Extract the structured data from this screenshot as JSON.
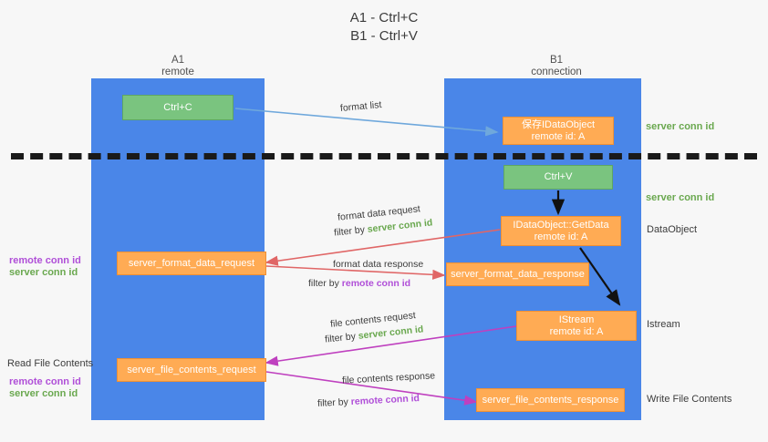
{
  "title": {
    "line1": "A1 - Ctrl+C",
    "line2": "B1 - Ctrl+V"
  },
  "lanes": [
    {
      "name": "A1",
      "sub": "remote"
    },
    {
      "name": "B1",
      "sub": "connection"
    }
  ],
  "boxes": {
    "ctrl_c": "Ctrl+C",
    "ctrl_v": "Ctrl+V",
    "idataobject_top_l1": "保存IDataObject",
    "idataobject_top_l2": "remote id: A",
    "getdata_l1": "IDataObject::GetData",
    "getdata_l2": "remote id: A",
    "istream_l1": "IStream",
    "istream_l2": "remote id: A",
    "server_format_data_request": "server_format_data_request",
    "server_format_data_response": "server_format_data_response",
    "server_file_contents_request": "server_file_contents_request",
    "server_file_contents_response": "server_file_contents_response"
  },
  "right_labels": {
    "server_conn_id_1": "server conn id",
    "server_conn_id_2": "server conn id",
    "dataobject": "DataObject",
    "istream": "Istream",
    "write_file_contents": "Write File Contents"
  },
  "left_labels": {
    "remote_conn_id_1": "remote conn id",
    "server_conn_id_1": "server conn id",
    "read_file_contents": "Read File Contents",
    "remote_conn_id_2": "remote conn id",
    "server_conn_id_2": "server conn id"
  },
  "connectors": {
    "format_list": "format list",
    "format_data_request": "format data request",
    "filter_by": "filter by ",
    "server_conn_id": "server conn id",
    "remote_conn_id": "remote conn id",
    "format_data_response": "format data response",
    "file_contents_request": "file contents request",
    "file_contents_response": "file contents response"
  },
  "colors": {
    "lane": "#4a86e8",
    "green_box": "#7ac47f",
    "orange_box": "#ffab54",
    "green_text": "#6aa84f",
    "purple_text": "#b04fd8",
    "arrow_blue": "#6fa8dc",
    "arrow_red": "#e06666",
    "arrow_magenta": "#bf40bf",
    "arrow_black": "#000000",
    "background": "#f7f7f7"
  }
}
